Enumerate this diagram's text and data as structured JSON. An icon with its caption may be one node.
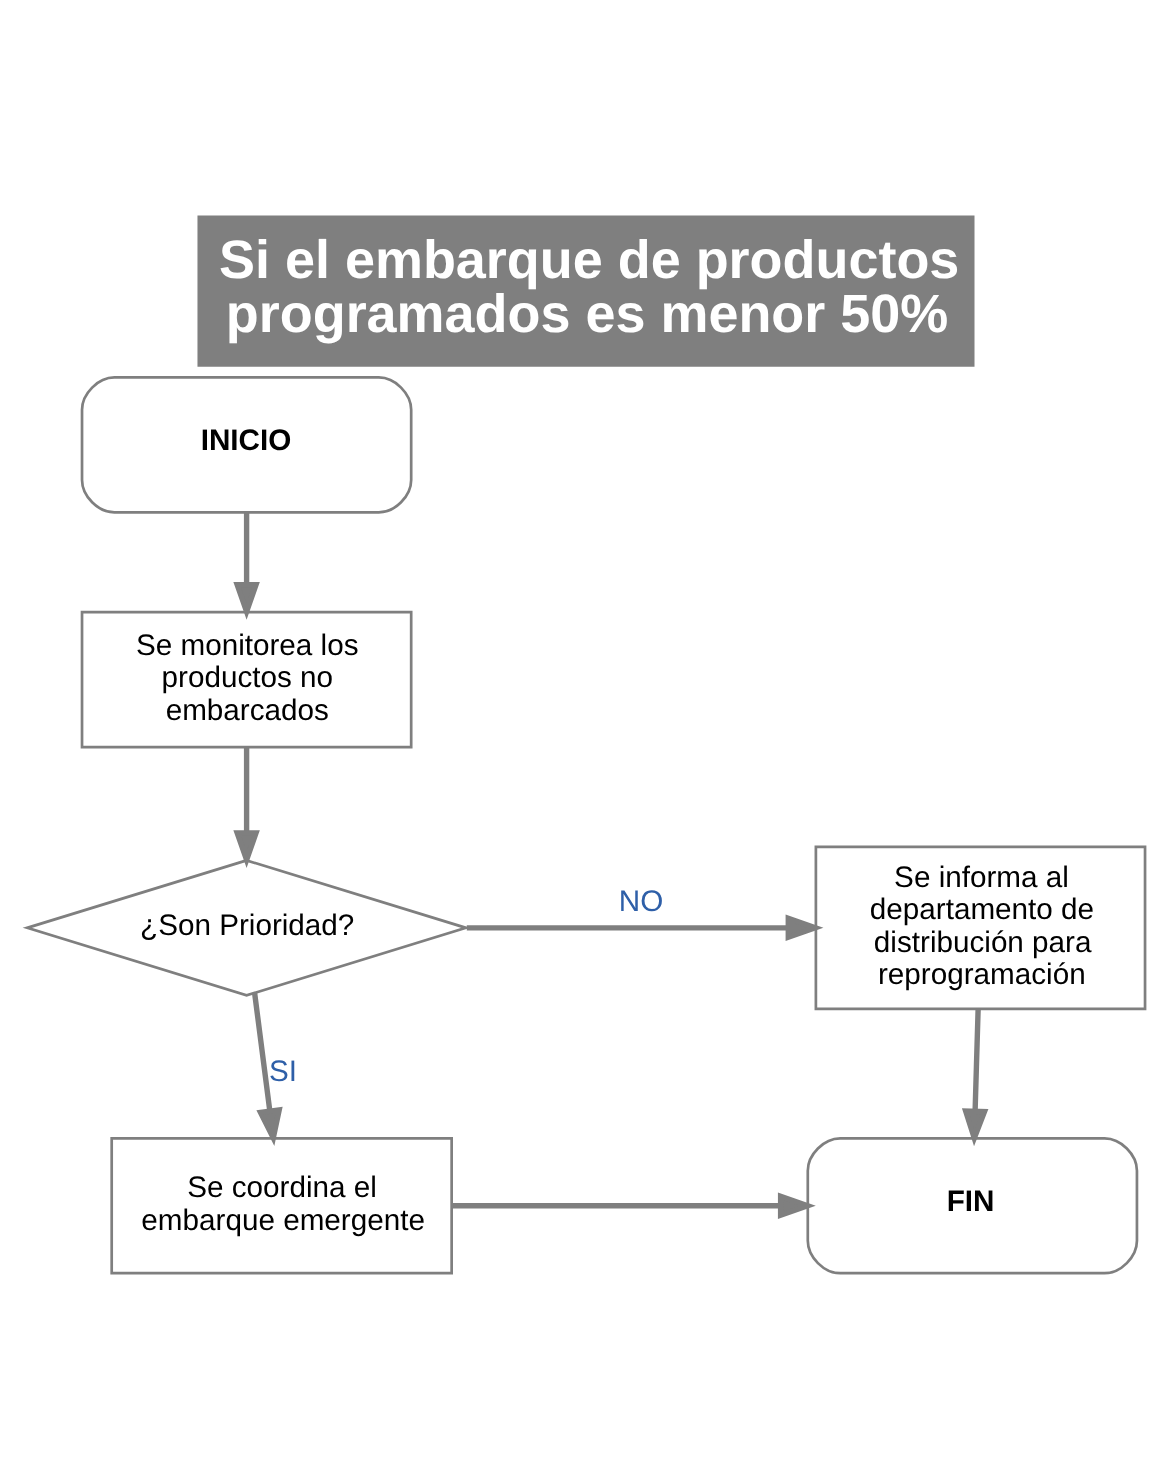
{
  "diagram": {
    "title": "Si el embarque de productos programados es menor 50%",
    "nodes": [
      {
        "text": [
          "INICIO"
        ]
      },
      {
        "text": [
          "Se monitorea los productos no embarcados"
        ]
      },
      {
        "text": [
          "¿Son Prioridad?"
        ]
      },
      {
        "text": [
          "Se informa al departamento de distribución para reprogramación"
        ]
      },
      {
        "text": [
          "Se coordina el embarque emergente"
        ]
      },
      {
        "text": [
          "FIN"
        ]
      }
    ],
    "edges": [
      {
        "from": 0,
        "to": 1,
        "arrow": "to"
      },
      {
        "from": 1,
        "to": 2,
        "arrow": "to"
      },
      {
        "from": 2,
        "to": 3,
        "arrow": "to",
        "label": "NO"
      },
      {
        "from": 2,
        "to": 4,
        "arrow": "to",
        "label": "SI"
      },
      {
        "from": 3,
        "to": 5,
        "arrow": "to"
      },
      {
        "from": 4,
        "to": 5,
        "arrow": "to"
      }
    ]
  }
}
